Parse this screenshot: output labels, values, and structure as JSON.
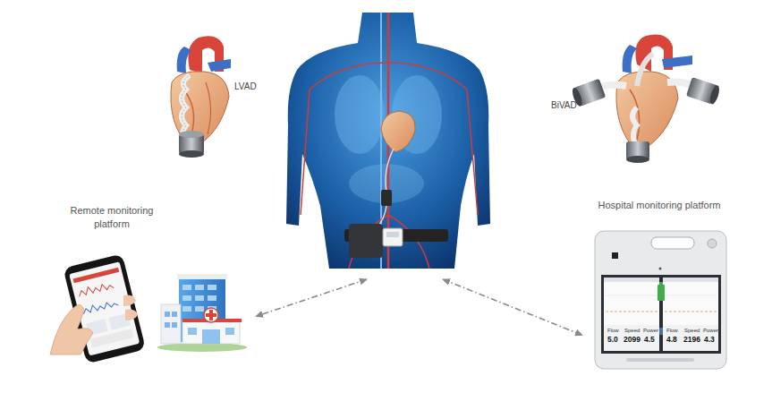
{
  "diagram": {
    "nodes": [
      {
        "text": []
      },
      {
        "text": [
          "Remote monitoring platform"
        ]
      },
      {
        "text": [
          "Hospital monitoring platform"
        ]
      }
    ],
    "edges": [
      {
        "from": 0,
        "to": 1,
        "arrow": "both"
      },
      {
        "from": 0,
        "to": 2,
        "arrow": "both"
      }
    ],
    "labels": [
      "LVAD",
      "BiVAD",
      "Flow",
      "5.0",
      "Speed",
      "2099",
      "Power",
      "4.5",
      "Flow",
      "4.8",
      "Speed",
      "2196",
      "Power",
      "4.3"
    ]
  }
}
